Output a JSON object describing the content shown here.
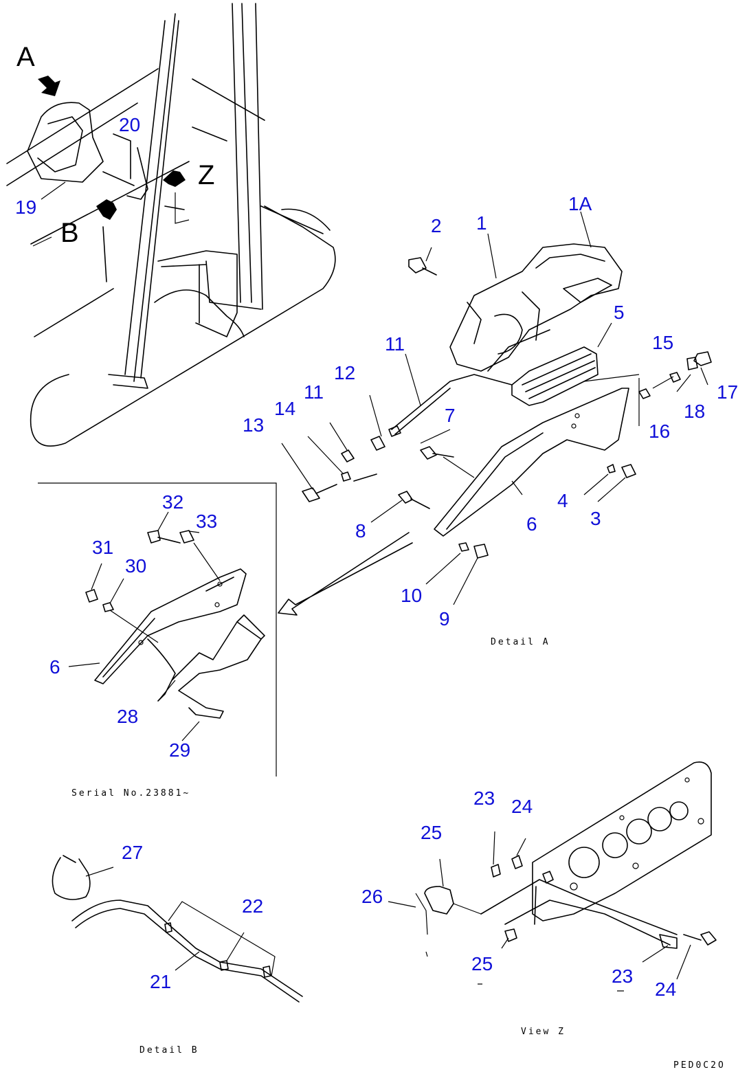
{
  "view_letters": {
    "a": "A",
    "b": "B",
    "z": "Z"
  },
  "part_numbers": {
    "p1": "1",
    "p1a": "1A",
    "p2": "2",
    "p3": "3",
    "p4": "4",
    "p5": "5",
    "p6": "6",
    "p6_inset": "6",
    "p7": "7",
    "p8": "8",
    "p9": "9",
    "p10": "10",
    "p11_upper": "11",
    "p11_lower": "11",
    "p12": "12",
    "p13": "13",
    "p14": "14",
    "p15": "15",
    "p16": "16",
    "p17": "17",
    "p18": "18",
    "p19": "19",
    "p20": "20",
    "p21": "21",
    "p22": "22",
    "p23_top": "23",
    "p23_bottom": "23",
    "p24_top": "24",
    "p24_bottom": "24",
    "p25_top": "25",
    "p25_bottom": "25",
    "p26": "26",
    "p27": "27",
    "p28": "28",
    "p29": "29",
    "p30": "30",
    "p31": "31",
    "p32": "32",
    "p33": "33"
  },
  "captions": {
    "detail_a": "Detail A",
    "serial": "Serial No.23881~",
    "detail_b": "Detail B",
    "view_z": "View Z",
    "drawing_code": "PED0C2O"
  }
}
